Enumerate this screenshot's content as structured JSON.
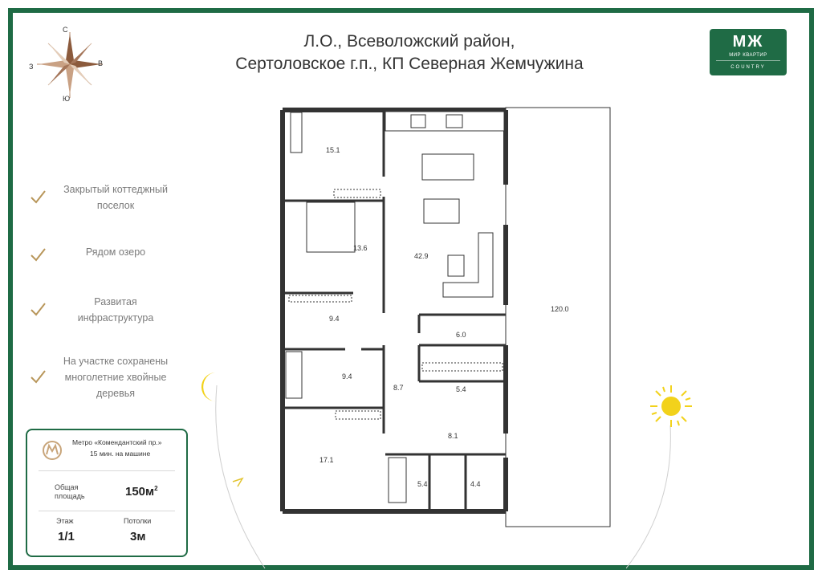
{
  "title": {
    "line1": "Л.О., Всеволожский район,",
    "line2": "Сертоловское г.п., КП Северная Жемчужина"
  },
  "logo": {
    "mark": "МЖ",
    "sub1": "МИР КВАРТИР",
    "sub2": "COUNTRY"
  },
  "compass": {
    "north": "С",
    "south": "Ю",
    "west": "З",
    "east": "В"
  },
  "features": [
    {
      "text": "Закрытый коттеджный поселок"
    },
    {
      "text": "Рядом озеро"
    },
    {
      "text": "Развитая инфраструктура"
    },
    {
      "text": "На участке сохранены многолетние хвойные деревья"
    }
  ],
  "info": {
    "metro_name": "Метро «Комендантский пр.»",
    "metro_time": "15 мин. на машине",
    "area_label_1": "Общая",
    "area_label_2": "площадь",
    "area_value": "150м",
    "area_unit_sup": "2",
    "floor_label": "Этаж",
    "floor_value": "1/1",
    "ceiling_label": "Потолки",
    "ceiling_value": "3м"
  },
  "rooms": {
    "r1": "15.1",
    "r2": "13.6",
    "r3": "42.9",
    "r4": "9.4",
    "r5": "9.4",
    "r6": "8.7",
    "r7": "6.0",
    "r8": "5.4",
    "r9": "8.1",
    "r10": "17.1",
    "r11": "5.4",
    "r12": "4.4",
    "r13": "120.0"
  },
  "colors": {
    "brand": "#1f6b45",
    "accent_sun": "#f2d21b",
    "wall": "#333333"
  },
  "icons": [
    "compass-rose-icon",
    "check-icon",
    "metro-icon",
    "moon-icon",
    "sun-icon"
  ]
}
